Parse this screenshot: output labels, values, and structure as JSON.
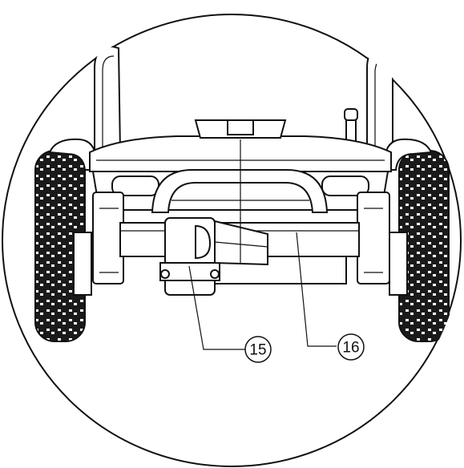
{
  "diagram": {
    "callouts": [
      {
        "id": "callout-15",
        "label": "15"
      },
      {
        "id": "callout-16",
        "label": "16"
      }
    ]
  }
}
